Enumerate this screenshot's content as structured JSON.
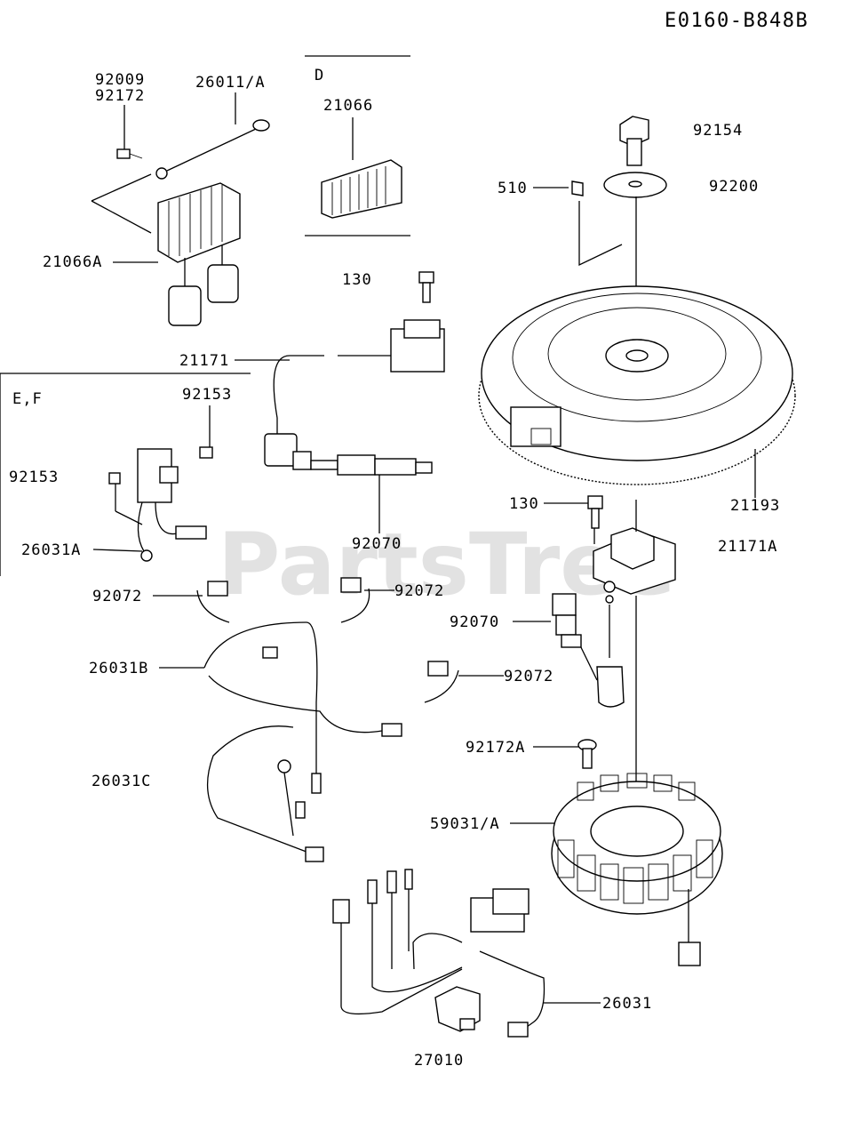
{
  "diagram_code": "E0160-B848B",
  "watermark": "PartsTree",
  "groups": {
    "d": "D",
    "ef": "E,F"
  },
  "labels": {
    "l92009": "92009",
    "l92172": "92172",
    "l26011A": "26011/A",
    "l21066": "21066",
    "l21066A": "21066A",
    "l130a": "130",
    "l21171": "21171",
    "l92153a": "92153",
    "l92153b": "92153",
    "l26031A": "26031A",
    "l92070a": "92070",
    "l92072a": "92072",
    "l92072b": "92072",
    "l92072c": "92072",
    "l26031B": "26031B",
    "l26031C": "26031C",
    "l92154": "92154",
    "l92200": "92200",
    "l510": "510",
    "l21193": "21193",
    "l130b": "130",
    "l21171A": "21171A",
    "l92070b": "92070",
    "l92172A": "92172A",
    "l59031A": "59031/A",
    "l26031": "26031",
    "l27010": "27010"
  }
}
